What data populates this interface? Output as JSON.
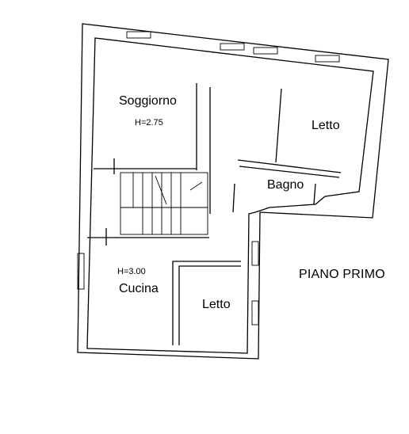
{
  "rooms": {
    "soggiorno": "Soggiorno",
    "soggiorno_height": "H=2.75",
    "letto_upper": "Letto",
    "bagno": "Bagno",
    "cucina_height": "H=3.00",
    "cucina": "Cucina",
    "letto_lower": "Letto"
  },
  "floor_label": "PIANO PRIMO"
}
